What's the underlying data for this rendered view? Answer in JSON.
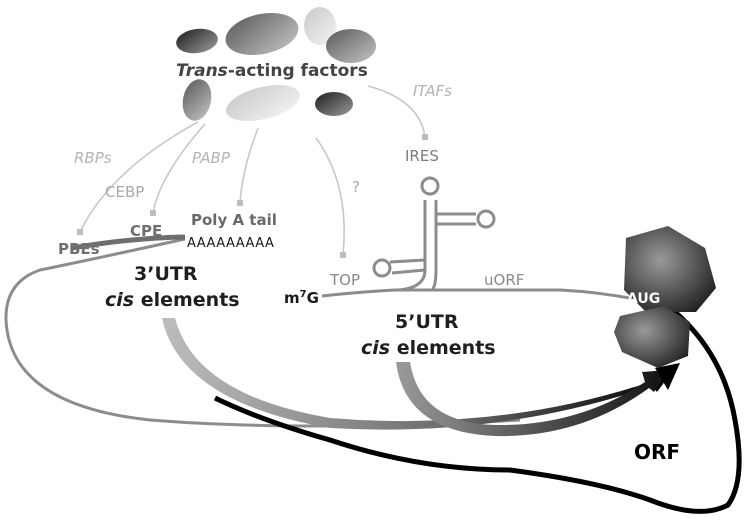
{
  "trans_factors": {
    "italic": "Trans",
    "rest": "-acting factors"
  },
  "labels": {
    "itafs": "ITAFs",
    "rbps": "RBPs",
    "pabp": "PABP",
    "cebp": "CEBP",
    "question": "?",
    "ires": "IRES",
    "poly_a_tail": "Poly A tail",
    "poly_a_seq": "AAAAAAAAA",
    "pbes": "PBEs",
    "cpe": "CPE",
    "top": "TOP",
    "uorf": "uORF",
    "m7g_m": "m",
    "m7g_sup": "7",
    "m7g_g": "G",
    "aug": "AUG",
    "orf": "ORF"
  },
  "utr3": {
    "line1": "3’UTR",
    "italic": "cis",
    "rest": " elements"
  },
  "utr5": {
    "line1": "5’UTR",
    "italic": "cis",
    "rest": " elements"
  },
  "colors": {
    "mrna_line": "#8c8c8c",
    "orf_line": "#000000",
    "connector": "#c8c8c8",
    "ribosome": "#3a3a3a"
  }
}
